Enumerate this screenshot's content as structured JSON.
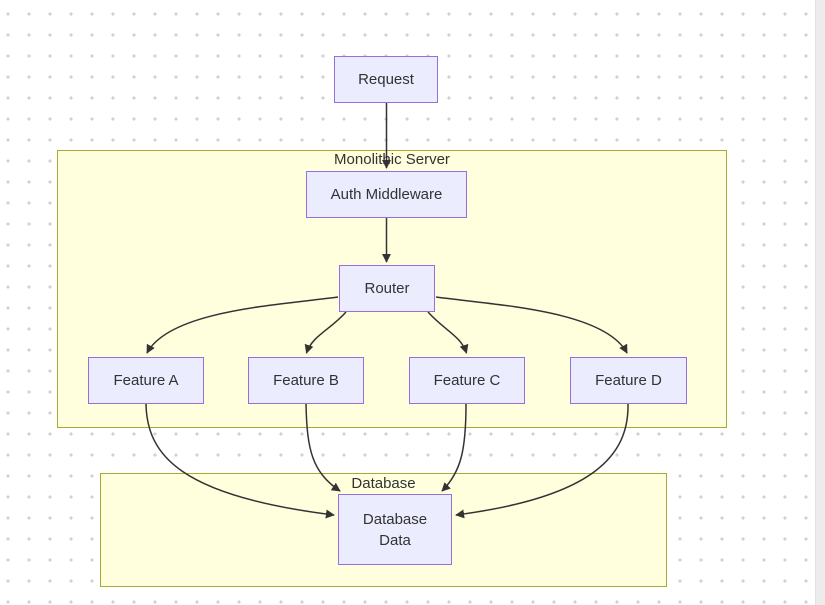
{
  "colors": {
    "node_fill": "#ECECFF",
    "node_border": "#9370DB",
    "cluster_fill": "#FFFFDE",
    "cluster_border": "#AAAA33",
    "edge": "#333333",
    "text": "#333333",
    "canvas_background": "#FFFFFF",
    "grid_dot": "#D2D2D2",
    "scrollbar_track": "#ECECEC"
  },
  "diagram": {
    "type": "flowchart",
    "direction": "top-down",
    "clusters": [
      {
        "id": "monolithic_server",
        "label": "Monolithic Server"
      },
      {
        "id": "database",
        "label": "Database"
      }
    ],
    "nodes": [
      {
        "id": "request",
        "label": "Request",
        "cluster": null
      },
      {
        "id": "auth_middleware",
        "label": "Auth Middleware",
        "cluster": "monolithic_server"
      },
      {
        "id": "router",
        "label": "Router",
        "cluster": "monolithic_server"
      },
      {
        "id": "feature_a",
        "label": "Feature A",
        "cluster": "monolithic_server"
      },
      {
        "id": "feature_b",
        "label": "Feature B",
        "cluster": "monolithic_server"
      },
      {
        "id": "feature_c",
        "label": "Feature C",
        "cluster": "monolithic_server"
      },
      {
        "id": "feature_d",
        "label": "Feature D",
        "cluster": "monolithic_server"
      },
      {
        "id": "database_data",
        "label": "Database Data",
        "label_lines": [
          "Database",
          "Data"
        ],
        "cluster": "database"
      }
    ],
    "edges": [
      {
        "from": "request",
        "to": "auth_middleware"
      },
      {
        "from": "auth_middleware",
        "to": "router"
      },
      {
        "from": "router",
        "to": "feature_a"
      },
      {
        "from": "router",
        "to": "feature_b"
      },
      {
        "from": "router",
        "to": "feature_c"
      },
      {
        "from": "router",
        "to": "feature_d"
      },
      {
        "from": "feature_a",
        "to": "database_data"
      },
      {
        "from": "feature_b",
        "to": "database_data"
      },
      {
        "from": "feature_c",
        "to": "database_data"
      },
      {
        "from": "feature_d",
        "to": "database_data"
      }
    ]
  }
}
